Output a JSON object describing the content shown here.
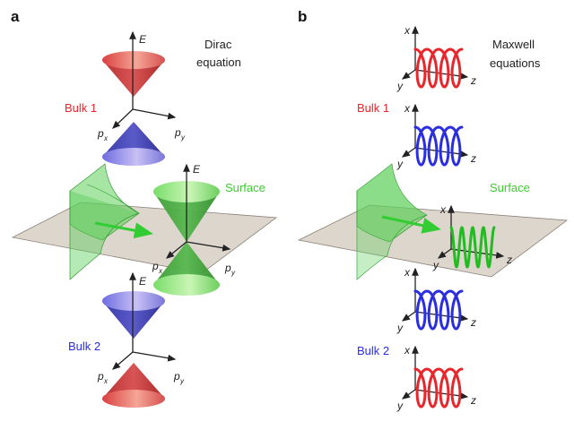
{
  "panels": {
    "a": {
      "label": "a",
      "title_line1": "Dirac",
      "title_line2": "equation",
      "bulk1_label": "Bulk 1",
      "bulk2_label": "Bulk 2",
      "surface_label": "Surface",
      "axis_E": "E",
      "axis_p": "p",
      "sub_x": "x",
      "sub_y": "y"
    },
    "b": {
      "label": "b",
      "title_line1": "Maxwell",
      "title_line2": "equations",
      "bulk1_label": "Bulk 1",
      "bulk2_label": "Bulk 2",
      "surface_label": "Surface",
      "axis_x": "x",
      "axis_y": "y",
      "axis_z": "z"
    }
  },
  "colors": {
    "bulk1": "#e8262b",
    "bulk2": "#2b2de0",
    "surface": "#3ccc2e",
    "plane": "#d5cdc3",
    "cone_red": "#e0504f",
    "cone_blue": "#5555cc",
    "cone_green": "#55cc55"
  }
}
